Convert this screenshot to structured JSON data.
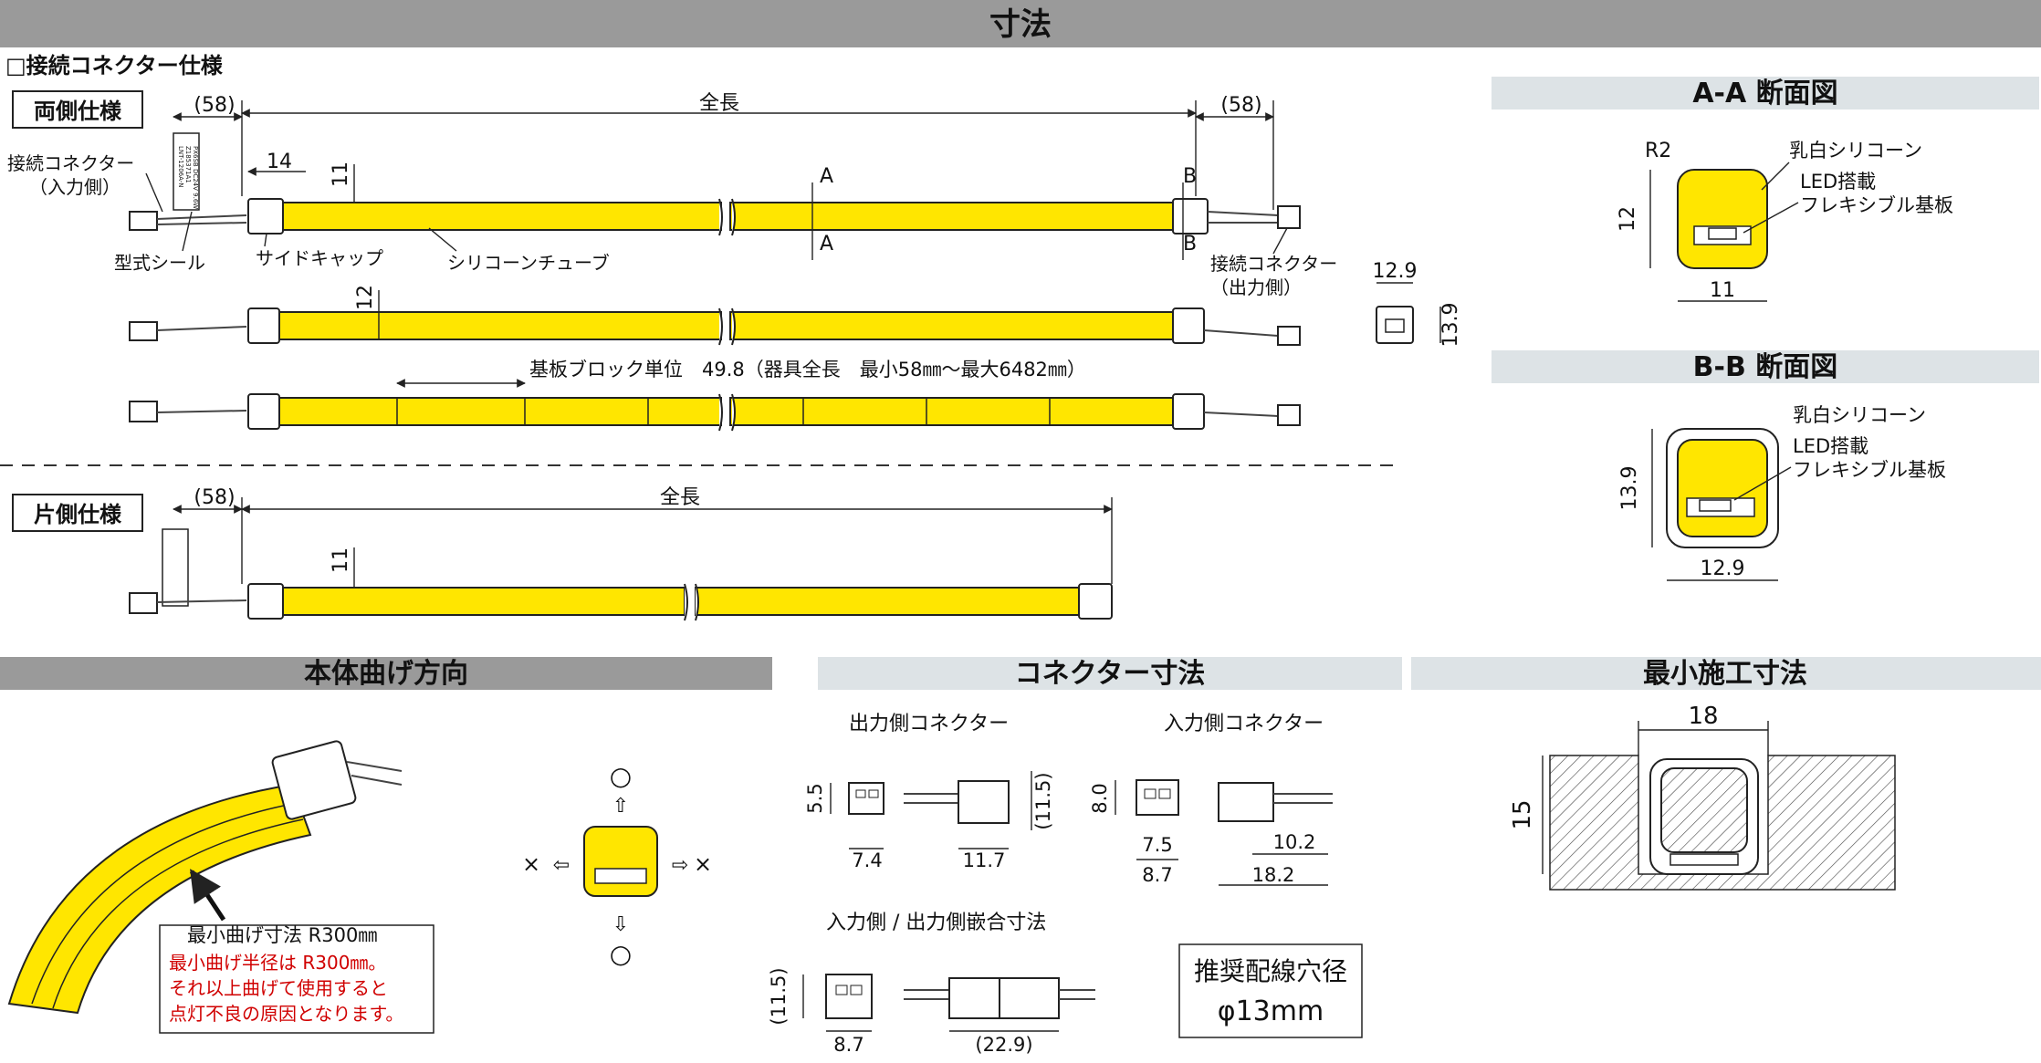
{
  "title": "寸法",
  "connector_spec": {
    "heading": "□接続コネクター仕様",
    "both_side": "両側仕様",
    "one_side": "片側仕様",
    "dim_58_left": "(58)",
    "dim_58_right": "(58)",
    "total_length": "全長",
    "total_length_2": "全長",
    "dim_14": "14",
    "dim_11": "11",
    "dim_11_b": "11",
    "dim_12": "12",
    "dim_58_one": "(58)",
    "label_A_top": "A",
    "label_A_bottom": "A",
    "label_B_top": "B",
    "label_B_bottom": "B",
    "input_connector_1": "接続コネクター",
    "input_connector_2": "（入力側）",
    "output_connector_1": "接続コネクター",
    "output_connector_2": "（出力側）",
    "model_seal": "型式シール",
    "side_cap": "サイドキャップ",
    "silicone_tube": "シリコーンチューブ",
    "block_unit": "基板ブロック単位　49.8（器具全長　最小58㎜～最大6482㎜）",
    "cap_w": "12.9",
    "cap_h": "13.9",
    "seal_lines": [
      "LNT-1206A-N",
      "Z185371A1",
      "PX6SB",
      "DC24V",
      "9.6W"
    ]
  },
  "section_aa": {
    "title": "A-A 断面図",
    "r2": "R2",
    "milky": "乳白シリコーン",
    "led1": "LED搭載",
    "led2": "フレキシブル基板",
    "h": "12",
    "w": "11"
  },
  "section_bb": {
    "title": "B-B 断面図",
    "milky": "乳白シリコーン",
    "led1": "LED搭載",
    "led2": "フレキシブル基板",
    "h": "13.9",
    "w": "12.9"
  },
  "bend": {
    "title": "本体曲げ方向",
    "min_radius": "最小曲げ寸法 R300㎜",
    "warn1": "最小曲げ半径は R300㎜。",
    "warn2": "それ以上曲げて使用すると",
    "warn3": "点灯不良の原因となります。",
    "ok": "○",
    "ok2": "○",
    "ng": "×",
    "ng2": "×"
  },
  "connector_dims": {
    "title": "コネクター寸法",
    "output_label": "出力側コネクター",
    "input_label": "入力側コネクター",
    "fit_label": "入力側 / 出力側嵌合寸法",
    "out_h": "5.5",
    "out_w": "7.4",
    "out_len": "11.7",
    "out_side": "(11.5)",
    "in_h": "8.0",
    "in_w1": "7.5",
    "in_w2": "8.7",
    "in_len1": "10.2",
    "in_len2": "18.2",
    "fit_h": "(11.5)",
    "fit_w": "8.7",
    "fit_len": "(22.9)",
    "hole1": "推奨配線穴径",
    "hole2": "φ13mm"
  },
  "install": {
    "title": "最小施工寸法",
    "w": "18",
    "h": "15"
  },
  "colors": {
    "header_dark": "#9a9a9a",
    "header_light": "#dde3e6",
    "led_yellow": "#ffe600",
    "warning_red": "#d00000"
  }
}
